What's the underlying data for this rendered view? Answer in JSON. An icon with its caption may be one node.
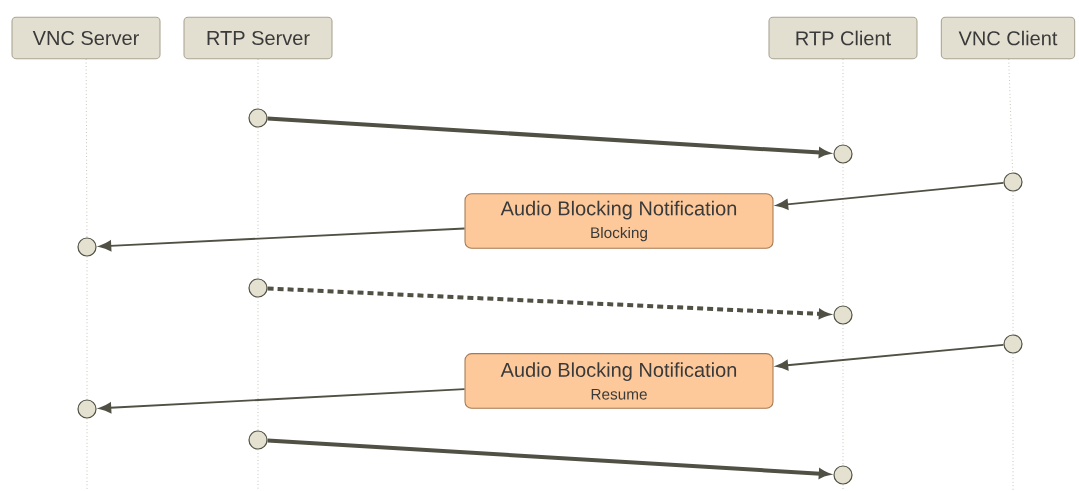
{
  "diagram": {
    "nodes": [
      {
        "text": [
          "VNC Server"
        ]
      },
      {
        "text": [
          "RTP Server"
        ]
      },
      {
        "text": [
          "RTP Client"
        ]
      },
      {
        "text": [
          "VNC Client"
        ]
      },
      {
        "text": [],
        "shape": "circle"
      },
      {
        "text": [],
        "shape": "circle"
      },
      {
        "text": [],
        "shape": "circle"
      },
      {
        "text": [
          "Audio Blocking Notification",
          "Blocking"
        ]
      },
      {
        "text": [],
        "shape": "circle"
      },
      {
        "text": [],
        "shape": "circle"
      },
      {
        "text": [],
        "shape": "circle"
      },
      {
        "text": [],
        "shape": "circle"
      },
      {
        "text": [
          "Audio Blocking Notification",
          "Resume"
        ]
      },
      {
        "text": [],
        "shape": "circle"
      },
      {
        "text": [],
        "shape": "circle"
      },
      {
        "text": [],
        "shape": "circle"
      }
    ],
    "edges": [
      {
        "from": 4,
        "to": 5,
        "arrow": "to",
        "style": "thick"
      },
      {
        "from": 6,
        "to": 7,
        "arrow": "to"
      },
      {
        "from": 7,
        "to": 8,
        "arrow": "to"
      },
      {
        "from": 9,
        "to": 10,
        "arrow": "to",
        "style": "dashed"
      },
      {
        "from": 11,
        "to": 12,
        "arrow": "to"
      },
      {
        "from": 12,
        "to": 13,
        "arrow": "to"
      },
      {
        "from": 14,
        "to": 15,
        "arrow": "to",
        "style": "thick"
      },
      {
        "from": 0,
        "to": 8,
        "arrow": "none",
        "style": "dashed",
        "color": "#a9a594"
      },
      {
        "from": 8,
        "to": 13,
        "arrow": "none",
        "style": "dashed",
        "color": "#a9a594"
      },
      {
        "from": 13,
        "to": null,
        "arrow": "none",
        "style": "dashed",
        "color": "#a9a594"
      },
      {
        "from": 1,
        "to": 4,
        "arrow": "none",
        "style": "dashed",
        "color": "#a9a594"
      },
      {
        "from": 4,
        "to": 9,
        "arrow": "none",
        "style": "dashed",
        "color": "#a9a594"
      },
      {
        "from": 9,
        "to": 14,
        "arrow": "none",
        "style": "dashed",
        "color": "#a9a594"
      },
      {
        "from": 14,
        "to": null,
        "arrow": "none",
        "style": "dashed",
        "color": "#a9a594"
      },
      {
        "from": 2,
        "to": 5,
        "arrow": "none",
        "style": "dashed",
        "color": "#a9a594"
      },
      {
        "from": 5,
        "to": 10,
        "arrow": "none",
        "style": "dashed",
        "color": "#a9a594"
      },
      {
        "from": 10,
        "to": 15,
        "arrow": "none",
        "style": "dashed",
        "color": "#a9a594"
      },
      {
        "from": 15,
        "to": null,
        "arrow": "none",
        "style": "dashed",
        "color": "#a9a594"
      },
      {
        "from": 3,
        "to": 6,
        "arrow": "none",
        "style": "dashed",
        "color": "#a9a594"
      },
      {
        "from": 6,
        "to": 11,
        "arrow": "none",
        "style": "dashed",
        "color": "#a9a594"
      },
      {
        "from": 11,
        "to": null,
        "arrow": "none",
        "style": "dashed",
        "color": "#a9a594"
      }
    ]
  }
}
